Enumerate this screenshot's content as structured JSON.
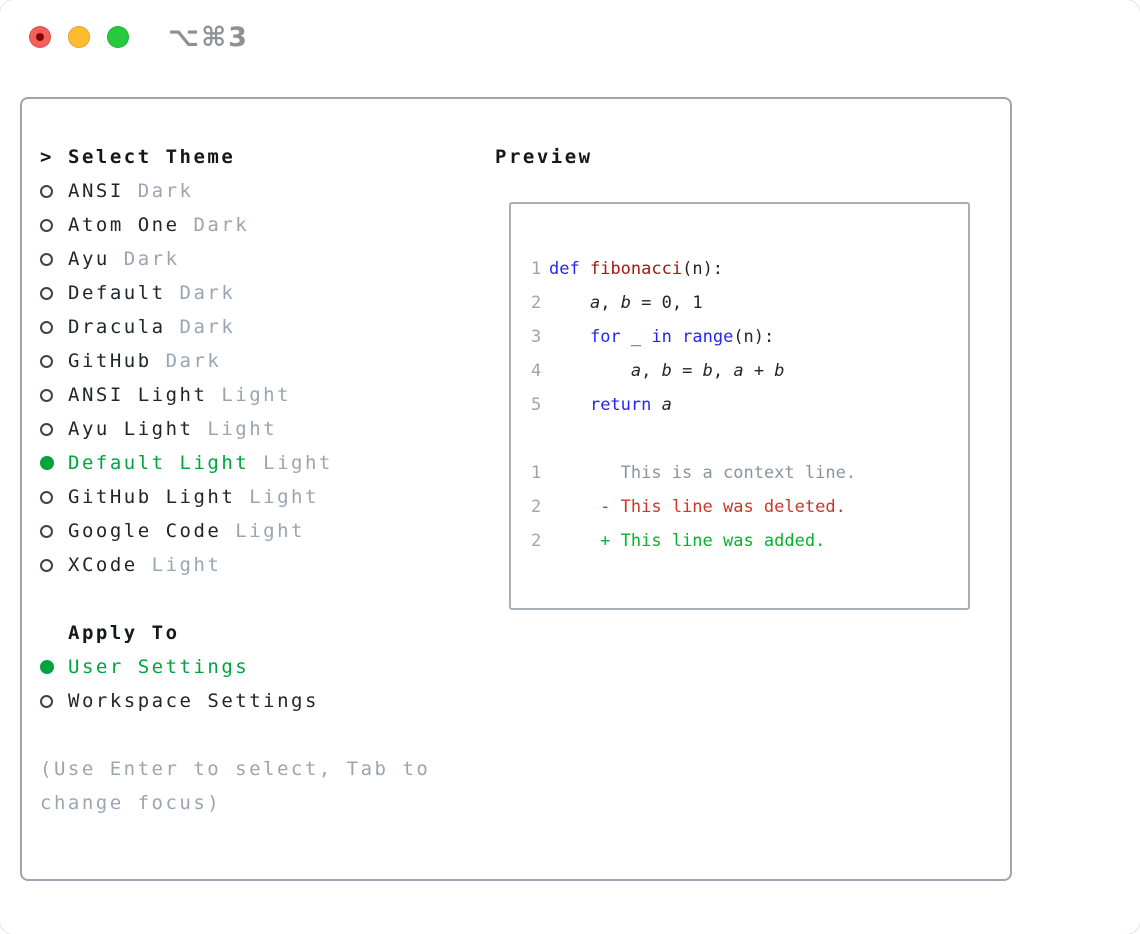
{
  "window": {
    "shortcut_label": "⌥⌘3"
  },
  "colors": {
    "keyword": "#2525f5",
    "function": "#a31815",
    "text": "#22262b",
    "context": "#8b949e",
    "deleted": "#cf3526",
    "added": "#04b32c",
    "selection_green": "#00a43f",
    "muted_gray": "#9aa5b1",
    "border_gray": "#9da6b0"
  },
  "theme_picker": {
    "cursor": ">",
    "title": "Select Theme",
    "items": [
      {
        "name": "ANSI",
        "variant": "Dark",
        "selected": false
      },
      {
        "name": "Atom One",
        "variant": "Dark",
        "selected": false
      },
      {
        "name": "Ayu",
        "variant": "Dark",
        "selected": false
      },
      {
        "name": "Default",
        "variant": "Dark",
        "selected": false
      },
      {
        "name": "Dracula",
        "variant": "Dark",
        "selected": false
      },
      {
        "name": "GitHub",
        "variant": "Dark",
        "selected": false
      },
      {
        "name": "ANSI Light",
        "variant": "Light",
        "selected": false
      },
      {
        "name": "Ayu Light",
        "variant": "Light",
        "selected": false
      },
      {
        "name": "Default Light",
        "variant": "Light",
        "selected": true
      },
      {
        "name": "GitHub Light",
        "variant": "Light",
        "selected": false
      },
      {
        "name": "Google Code",
        "variant": "Light",
        "selected": false
      },
      {
        "name": "XCode",
        "variant": "Light",
        "selected": false
      }
    ]
  },
  "apply_to": {
    "title": "Apply To",
    "options": [
      {
        "label": "User Settings",
        "selected": true
      },
      {
        "label": "Workspace Settings",
        "selected": false
      }
    ]
  },
  "hint": "(Use Enter to select, Tab to change focus)",
  "preview": {
    "title": "Preview",
    "lines": [
      {
        "num": "1",
        "segments": [
          {
            "t": "def",
            "c": "keyword"
          },
          {
            "t": " "
          },
          {
            "t": "fibonacci",
            "c": "function"
          },
          {
            "t": "(n):"
          }
        ]
      },
      {
        "num": "2",
        "segments": [
          {
            "t": "    "
          },
          {
            "t": "a",
            "i": true
          },
          {
            "t": ", "
          },
          {
            "t": "b",
            "i": true
          },
          {
            "t": " = 0, 1"
          }
        ]
      },
      {
        "num": "3",
        "segments": [
          {
            "t": "    "
          },
          {
            "t": "for",
            "c": "keyword"
          },
          {
            "t": " _ "
          },
          {
            "t": "in",
            "c": "keyword"
          },
          {
            "t": " "
          },
          {
            "t": "range",
            "c": "keyword"
          },
          {
            "t": "(n):"
          }
        ]
      },
      {
        "num": "4",
        "segments": [
          {
            "t": "        "
          },
          {
            "t": "a",
            "i": true
          },
          {
            "t": ", "
          },
          {
            "t": "b",
            "i": true
          },
          {
            "t": " = "
          },
          {
            "t": "b",
            "i": true
          },
          {
            "t": ", "
          },
          {
            "t": "a",
            "i": true
          },
          {
            "t": " + "
          },
          {
            "t": "b",
            "i": true
          }
        ]
      },
      {
        "num": "5",
        "segments": [
          {
            "t": "    "
          },
          {
            "t": "return",
            "c": "keyword"
          },
          {
            "t": " "
          },
          {
            "t": "a",
            "i": true
          }
        ]
      },
      {
        "num": "",
        "segments": []
      },
      {
        "num": "1",
        "segments": [
          {
            "t": "       This is a context line.",
            "c": "context"
          }
        ]
      },
      {
        "num": "2",
        "segments": [
          {
            "t": "     - This line was deleted.",
            "c": "deleted"
          }
        ]
      },
      {
        "num": "2",
        "segments": [
          {
            "t": "     + This line was added.",
            "c": "added"
          }
        ]
      }
    ]
  }
}
